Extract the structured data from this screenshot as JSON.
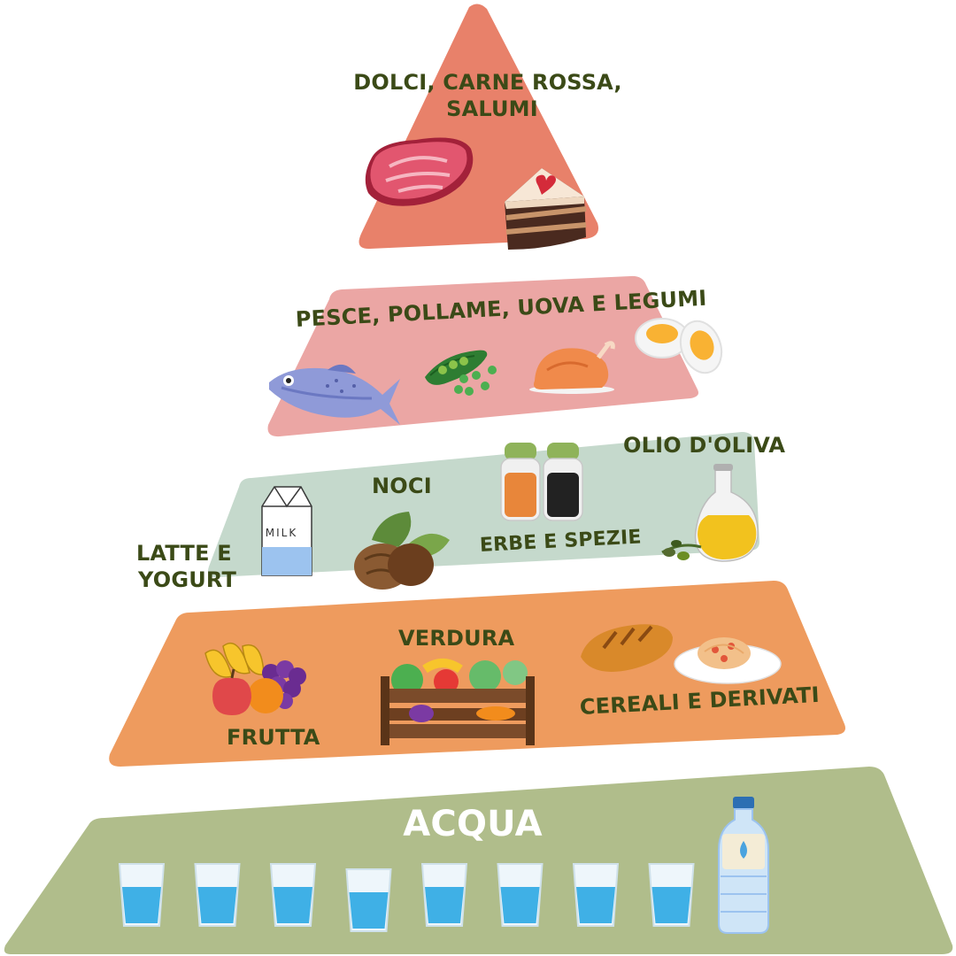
{
  "pyramid": {
    "tier_top": {
      "label_line1": "DOLCI, CARNE ROSSA,",
      "label_line2": "SALUMI",
      "color": "#e8816a"
    },
    "tier_protein": {
      "label": "PESCE, POLLAME, UOVA E LEGUMI",
      "color": "#eba6a4"
    },
    "tier_fats": {
      "labels": {
        "nuts": "NOCI",
        "oil": "OLIO D'OLIVA",
        "herbs": "ERBE E SPEZIE",
        "dairy_line1": "LATTE E",
        "dairy_line2": "YOGURT"
      },
      "milk_text": "MILK",
      "color": "#c5d9cc"
    },
    "tier_plants": {
      "labels": {
        "vegetables": "VERDURA",
        "fruit": "FRUTTA",
        "cereals": "CEREALI E DERIVATI"
      },
      "color": "#ee9b5e"
    },
    "tier_water": {
      "label": "ACQUA",
      "glass_count": 8,
      "color": "#b0bd8b"
    },
    "text_color": "#3b4a17"
  }
}
